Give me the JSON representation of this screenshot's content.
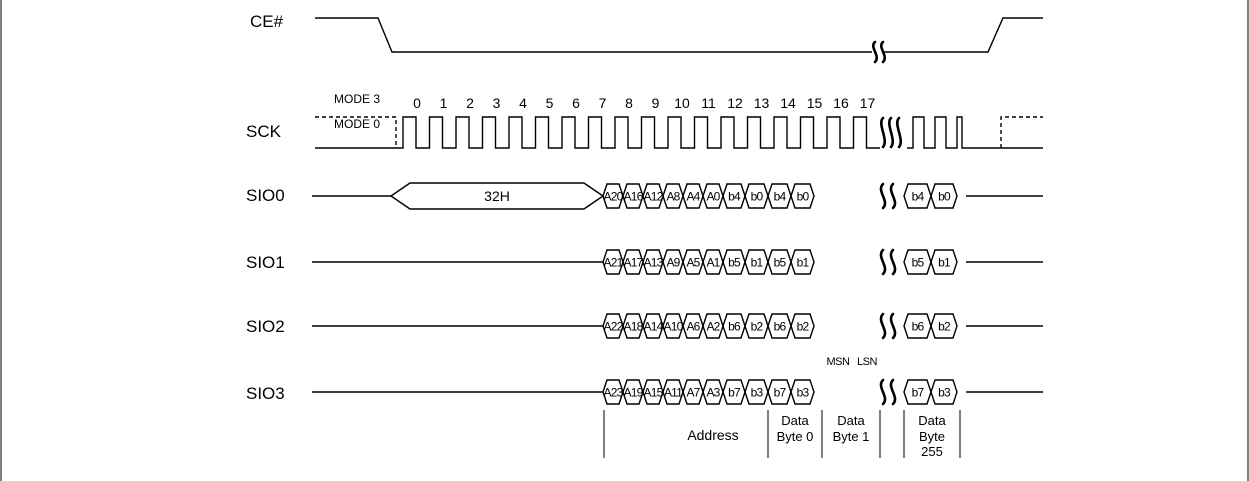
{
  "signals": {
    "ce": "CE#",
    "sck": "SCK",
    "sio0": "SIO0",
    "sio1": "SIO1",
    "sio2": "SIO2",
    "sio3": "SIO3"
  },
  "modes": {
    "mode3": "MODE 3",
    "mode0": "MODE 0"
  },
  "clock_numbers": [
    "0",
    "1",
    "2",
    "3",
    "4",
    "5",
    "6",
    "7",
    "8",
    "9",
    "10",
    "11",
    "12",
    "13",
    "14",
    "15",
    "16",
    "17"
  ],
  "command": "32H",
  "buses": {
    "sio0": [
      "A20",
      "A16",
      "A12",
      "A8",
      "A4",
      "A0",
      "b4",
      "b0",
      "b4",
      "b0",
      "b4",
      "b0"
    ],
    "sio1": [
      "A21",
      "A17",
      "A13",
      "A9",
      "A5",
      "A1",
      "b5",
      "b1",
      "b5",
      "b1",
      "b5",
      "b1"
    ],
    "sio2": [
      "A22",
      "A18",
      "A14",
      "A10",
      "A6",
      "A2",
      "b6",
      "b2",
      "b6",
      "b2",
      "b6",
      "b2"
    ],
    "sio3": [
      "A23",
      "A19",
      "A15",
      "A11",
      "A7",
      "A3",
      "b7",
      "b3",
      "b7",
      "b3",
      "b7",
      "b3"
    ]
  },
  "nibbles": {
    "msn": "MSN",
    "lsn": "LSN"
  },
  "groups": {
    "address": "Address",
    "byte0": [
      "Data",
      "Byte 0"
    ],
    "byte1": [
      "Data",
      "Byte 1"
    ],
    "byte255": [
      "Data",
      "Byte",
      "255"
    ]
  }
}
